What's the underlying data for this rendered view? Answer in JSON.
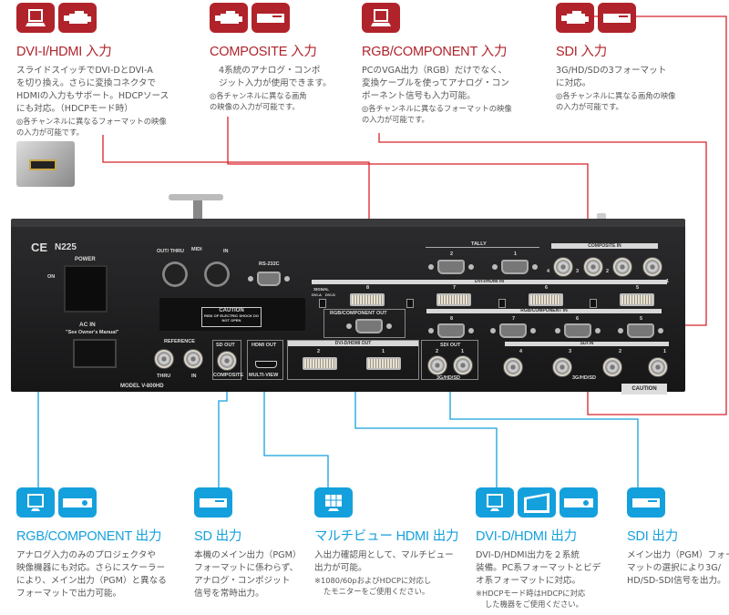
{
  "colors": {
    "input_red": "#b1232a",
    "output_blue": "#14a0dc",
    "panel": "#1e1e20"
  },
  "inputs": [
    {
      "icons": [
        "laptop-icon",
        "camcorder-icon"
      ],
      "title": "DVI-I/HDMI 入力",
      "lines": [
        "スライドスイッチでDVI-DとDVI-A",
        "を切り換え。さらに変換コネクタで",
        "HDMIの入力もサポート。HDCPソース",
        "にも対応。（HDCPモード時）"
      ],
      "notes": [
        "◎各チャンネルに異なるフォーマットの映像",
        "の入力が可能です。"
      ]
    },
    {
      "icons": [
        "camcorder-icon",
        "video-deck-icon"
      ],
      "title": "COMPOSITE 入力",
      "lines": [
        "4系統のアナログ・コンポ",
        "ジット入力が使用できます。"
      ],
      "notes": [
        "◎各チャンネルに異なる画角",
        "の映像の入力が可能です。"
      ]
    },
    {
      "icons": [
        "laptop-icon"
      ],
      "title": "RGB/COMPONENT 入力",
      "lines": [
        "PCのVGA出力（RGB）だけでなく、",
        "変換ケーブルを使ってアナログ・コン",
        "ポーネント信号も入力可能。"
      ],
      "notes": [
        "◎各チャンネルに異なるフォーマットの映像",
        "の入力が可能です。"
      ]
    },
    {
      "icons": [
        "camcorder-icon",
        "video-deck-icon"
      ],
      "title": "SDI 入力",
      "lines": [
        "3G/HD/SDの3フォーマット",
        "に対応。"
      ],
      "notes": [
        "◎各チャンネルに異なる画角の映像",
        "の入力が可能です。"
      ]
    }
  ],
  "outputs": [
    {
      "icons": [
        "monitor-icon",
        "projector-icon"
      ],
      "title": "RGB/COMPONENT 出力",
      "lines": [
        "アナログ入力のみのプロジェクタや",
        "映像機器にも対応。さらにスケーラー",
        "により、メイン出力（PGM）と異なる",
        "フォーマットで出力可能。"
      ],
      "notes": []
    },
    {
      "icons": [
        "video-deck-icon"
      ],
      "title": "SD 出力",
      "lines": [
        "本機のメイン出力（PGM）",
        "フォーマットに係わらず、",
        "アナログ・コンポジット",
        "信号を常時出力。"
      ],
      "notes": []
    },
    {
      "icons": [
        "multiview-monitor-icon"
      ],
      "title": "マルチビュー HDMI 出力",
      "lines": [
        "入出力確認用として、マルチビュー",
        "出力が可能。"
      ],
      "notes": [
        "※1080/60pおよびHDCPに対応し",
        "たモニターをご使用ください。"
      ]
    },
    {
      "icons": [
        "monitor-icon",
        "flat-screen-icon",
        "projector-icon"
      ],
      "title": "DVI-D/HDMI 出力",
      "lines": [
        "DVI-D/HDMI出力を２系統",
        "装備。PC系フォーマットとビデ",
        "オ系フォーマットに対応。"
      ],
      "notes": [
        "※HDCPモード時はHDCPに対応",
        "した機器をご使用ください。"
      ]
    },
    {
      "icons": [
        "video-deck-icon"
      ],
      "title": "SDI 出力",
      "lines": [
        "メイン出力（PGM）フォー",
        "マットの選択により3G/",
        "HD/SD-SDI信号を出力。"
      ],
      "notes": []
    }
  ],
  "panel": {
    "ce": "CE",
    "cert": "N225",
    "power": "POWER",
    "on": "ON",
    "ac_in": "AC IN",
    "ac_note": "\"See Owner's Manual\"",
    "midi": "MIDI",
    "midi_out": "OUT/ THRU",
    "midi_in": "IN",
    "rs232c": "RS-232C",
    "caution": "CAUTION",
    "caution_text": "RISK OF ELECTRIC SHOCK DO NOT OPEN",
    "reference": "REFERENCE",
    "thru": "THRU",
    "in": "IN",
    "sd_out": "SD OUT",
    "composite": "COMPOSITE",
    "hdmi_out": "HDMI OUT",
    "multi_view": "MULTI-VIEW",
    "dvi_out": "DVI-D/HDMI OUT",
    "sdi_out": "SDI OUT",
    "sdi_format": "3G/HD/SD",
    "tally": "TALLY",
    "composite_in": "COMPOSITE IN",
    "dvi_in": "DVI-I/HDMI IN",
    "signal": "SIGNAL",
    "dvi_a": "DVI-A",
    "dvi_d": "DVI-D",
    "rgb_out": "RGB/COMPONENT OUT",
    "rgb_in": "RGB/COMPONENT IN",
    "sdi_in": "SDI IN",
    "model": "MODEL  V-800HD",
    "n1": "1",
    "n2": "2",
    "n3": "3",
    "n4": "4",
    "n5": "5",
    "n6": "6",
    "n7": "7",
    "n8": "8"
  }
}
